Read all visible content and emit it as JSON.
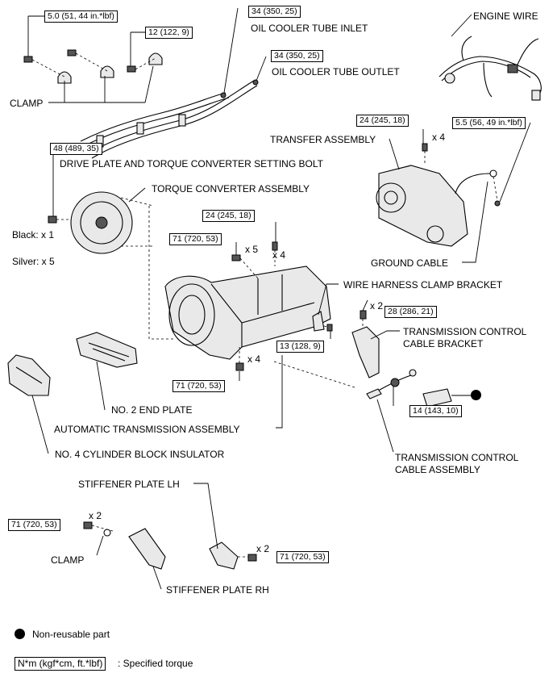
{
  "labels": {
    "engine_wire": "ENGINE WIRE",
    "oil_cooler_inlet": "OIL COOLER TUBE INLET",
    "oil_cooler_outlet": "OIL COOLER TUBE OUTLET",
    "clamp_top": "CLAMP",
    "transfer_assembly": "TRANSFER ASSEMBLY",
    "drive_plate_bolt": "DRIVE PLATE AND TORQUE CONVERTER SETTING BOLT",
    "torque_converter": "TORQUE CONVERTER ASSEMBLY",
    "black_count": "Black: x 1",
    "silver_count": "Silver: x 5",
    "ground_cable": "GROUND CABLE",
    "wire_harness_bracket": "WIRE HARNESS CLAMP BRACKET",
    "trans_control_bracket_1": "TRANSMISSION CONTROL",
    "trans_control_bracket_2": "CABLE BRACKET",
    "no2_end_plate": "NO. 2 END PLATE",
    "auto_trans": "AUTOMATIC TRANSMISSION ASSEMBLY",
    "no4_insulator": "NO. 4 CYLINDER BLOCK INSULATOR",
    "trans_control_cable_1": "TRANSMISSION CONTROL",
    "trans_control_cable_2": "CABLE ASSEMBLY",
    "stiffener_lh": "STIFFENER PLATE LH",
    "clamp_bottom": "CLAMP",
    "stiffener_rh": "STIFFENER PLATE RH"
  },
  "torques": {
    "t_clamp_bolt": "5.0 (51, 44 in.*lbf)",
    "t_clamp_12": "12 (122, 9)",
    "t_inlet": "34 (350, 25)",
    "t_outlet": "34 (350, 25)",
    "t_transfer": "24 (245, 18)",
    "t_ground": "5.5 (56, 49 in.*lbf)",
    "t_drive_plate": "48 (489, 35)",
    "t_trans_24": "24 (245, 18)",
    "t_trans_71_upper": "71 (720, 53)",
    "t_bracket_28": "28 (286, 21)",
    "t_harness_13": "13 (128, 9)",
    "t_trans_71_lower": "71 (720, 53)",
    "t_cable_14": "14 (143, 10)",
    "t_stiff_rh_71": "71 (720, 53)",
    "t_stiff_lh_71": "71 (720, 53)"
  },
  "counts": {
    "c_transfer": "x 4",
    "c_trans_upper": "x 5",
    "c_trans_24": "x 4",
    "c_bracket": "x 2",
    "c_trans_lower": "x 4",
    "c_stiff_rh": "x 2",
    "c_stiff_lh": "x 2"
  },
  "legend": {
    "non_reusable": "Non-reusable part",
    "torque_key": "N*m (kgf*cm, ft.*lbf)",
    "torque_desc": ": Specified torque"
  }
}
